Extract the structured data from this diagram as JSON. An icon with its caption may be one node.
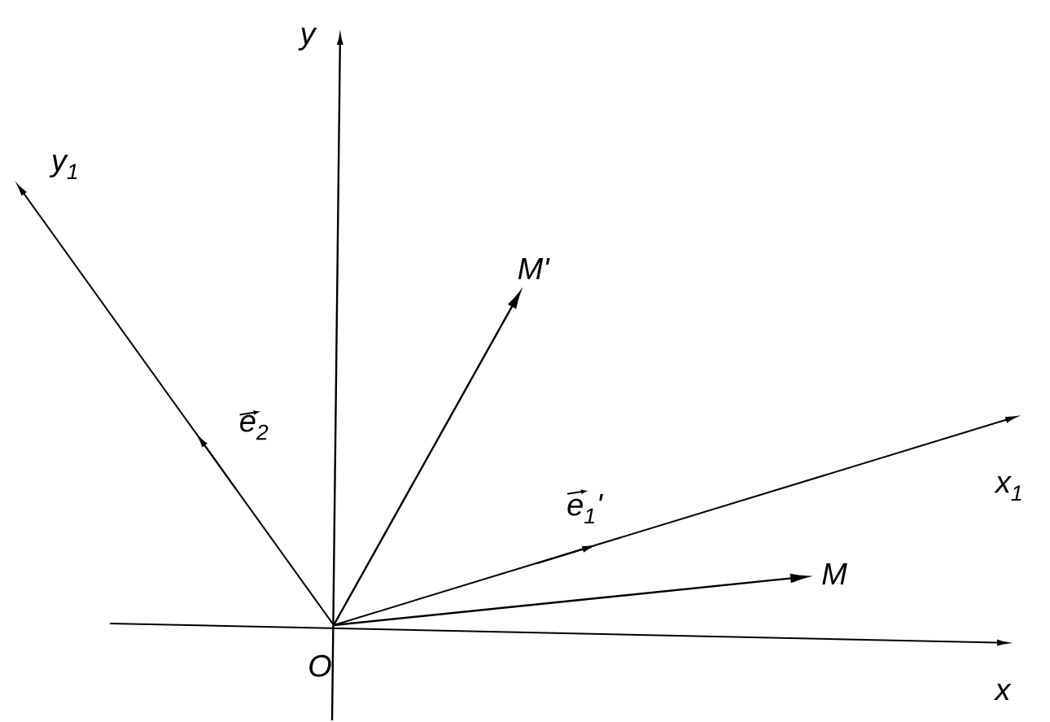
{
  "diagram": {
    "nodes": [
      {
        "text": [
          "M'"
        ]
      },
      {
        "text": [
          "M"
        ]
      }
    ],
    "edges": [
      {
        "from": null,
        "to": 0,
        "arrow": "to"
      },
      {
        "from": null,
        "to": 1,
        "arrow": "to"
      }
    ],
    "labels": [
      "y",
      "y$_{1}$",
      "e$_{2}$",
      "e$_{1}$'",
      "x$_{1}$",
      "O",
      "x"
    ]
  }
}
